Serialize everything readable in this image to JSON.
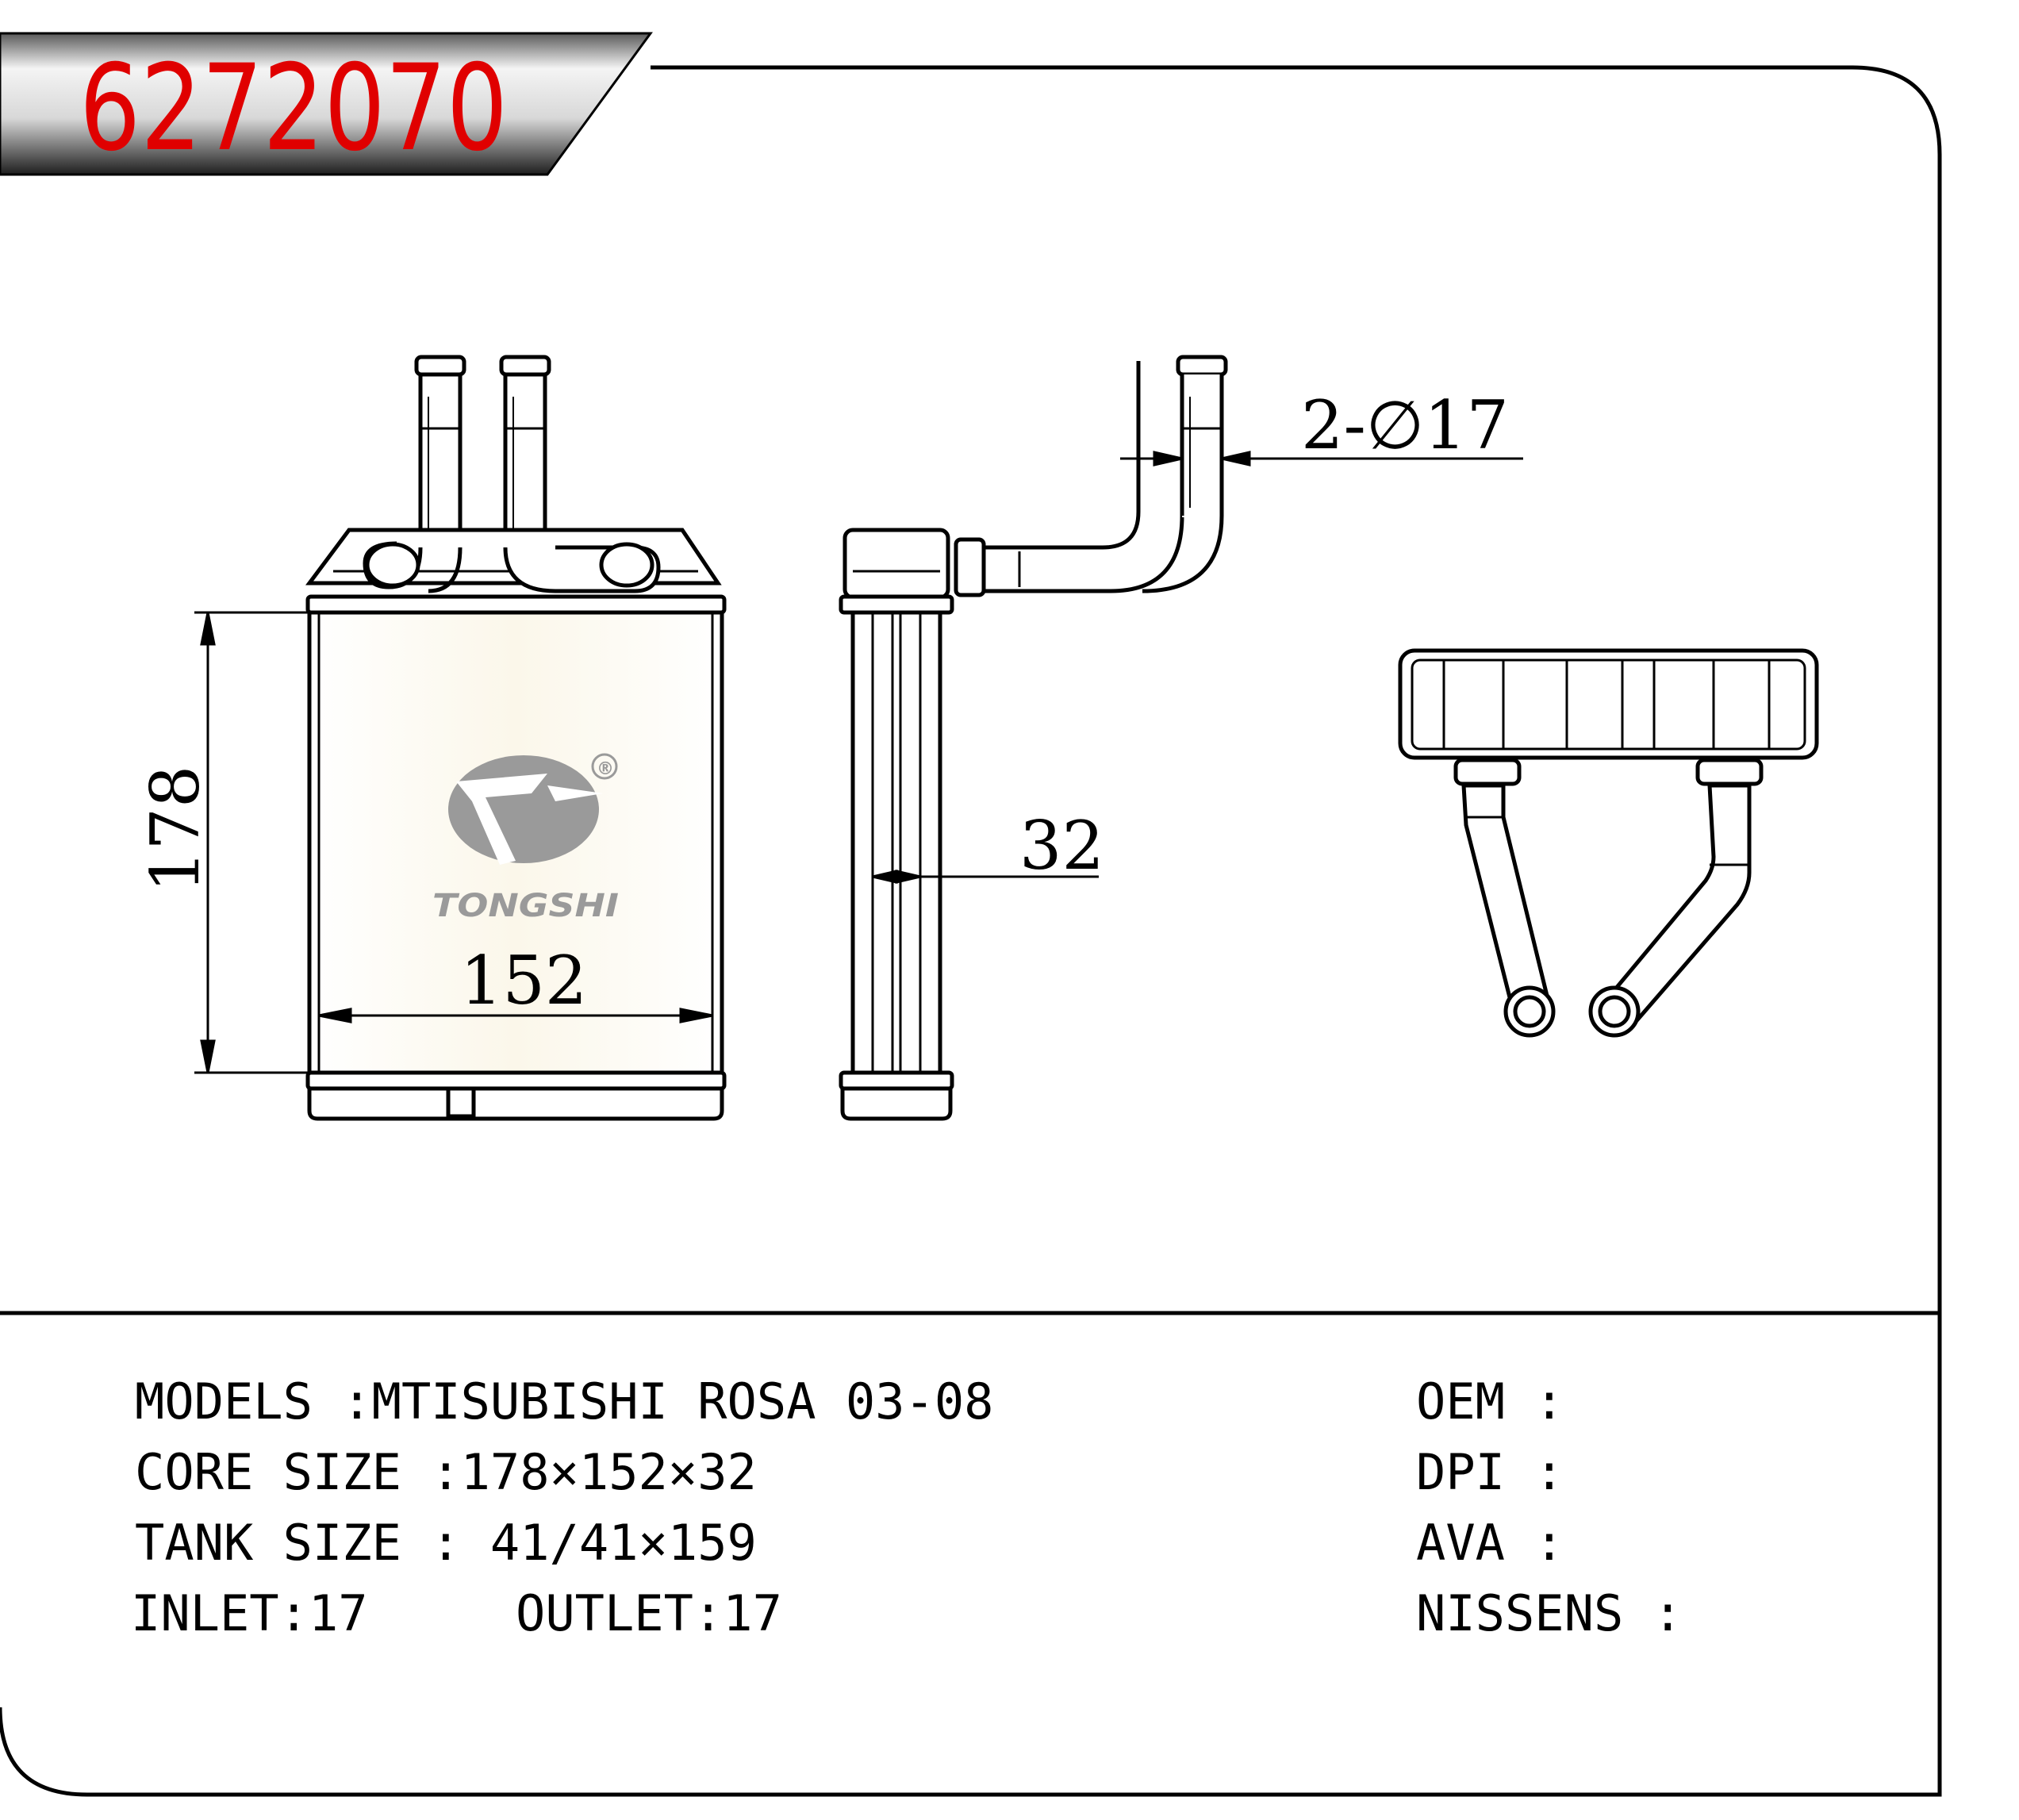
{
  "header": {
    "part_number": "6272070"
  },
  "logo": {
    "brand": "TONGSHI",
    "registered_mark": "®"
  },
  "dimensions": {
    "height": "178",
    "width": "152",
    "depth": "32",
    "pipe_diameter": "2-∅17"
  },
  "specs": {
    "models": "MODELS :MTISUBISHI ROSA 03-08",
    "core_size": "CORE SIZE :178×152×32",
    "tank_size": "TANK SIZE : 41/41×159",
    "inlet": "INLET:17",
    "outlet": "OUTLET:17"
  },
  "references": {
    "oem": "OEM :",
    "dpi": "DPI :",
    "ava": "AVA :",
    "nissens": "NISSENS :"
  },
  "colors": {
    "part_number": "#e00000",
    "header_band_light": "#f2f2f2",
    "header_band_dark": "#2a2a2a",
    "logo_gray": "#9a9a9a",
    "core_face": "#fdfaf0"
  }
}
